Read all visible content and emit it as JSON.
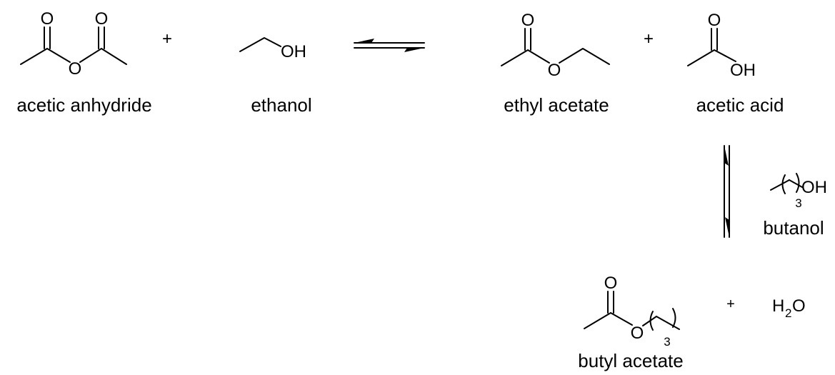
{
  "atoms": {
    "O": "O",
    "OH": "OH",
    "repeat_n": "3"
  },
  "operators": {
    "plus": "+"
  },
  "compounds": {
    "acetic_anhydride": "acetic anhydride",
    "ethanol": "ethanol",
    "ethyl_acetate": "ethyl acetate",
    "acetic_acid": "acetic acid",
    "butanol": "butanol",
    "butyl_acetate": "butyl acetate"
  },
  "water": {
    "main": "H",
    "sub": "2",
    "tail": "O"
  }
}
